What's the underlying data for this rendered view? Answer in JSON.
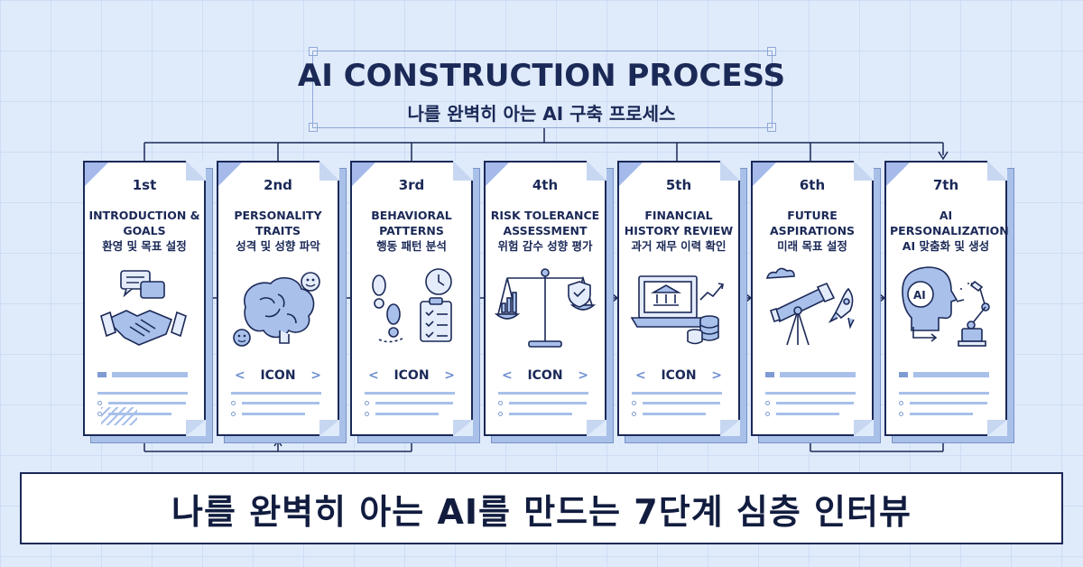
{
  "header": {
    "title": "AI CONSTRUCTION PROCESS",
    "subtitle": "나를 완벽히 아는 AI 구축 프로세스"
  },
  "steps": [
    {
      "number": "1st",
      "title": "INTRODUCTION & GOALS",
      "title_ko": "환영 및 목표 설정",
      "icon": "handshake-chat-icon",
      "label": ""
    },
    {
      "number": "2nd",
      "title": "PERSONALITY TRAITS",
      "title_ko": "성격 및 성향 파악",
      "icon": "brain-smiley-icon",
      "label": "ICON"
    },
    {
      "number": "3rd",
      "title": "BEHAVIORAL PATTERNS",
      "title_ko": "행동 패턴 분석",
      "icon": "footprints-clock-icon",
      "label": "ICON"
    },
    {
      "number": "4th",
      "title": "RISK TOLERANCE ASSESSMENT",
      "title_ko": "위험 감수 성향 평가",
      "icon": "balance-scale-shield-icon",
      "label": "ICON"
    },
    {
      "number": "5th",
      "title": "FINANCIAL HISTORY REVIEW",
      "title_ko": "과거 재무 이력 확인",
      "icon": "laptop-bank-coins-icon",
      "label": "ICON"
    },
    {
      "number": "6th",
      "title": "FUTURE ASPIRATIONS",
      "title_ko": "미래 목표 설정",
      "icon": "telescope-rocket-icon",
      "label": ""
    },
    {
      "number": "7th",
      "title": "AI PERSONALIZATION",
      "title_ko": "AI 맞춤화 및 생성",
      "icon": "ai-head-robot-arm-icon",
      "label": ""
    }
  ],
  "banner": {
    "text": "나를 완벽히 아는 AI를 만드는 7단계 심층 인터뷰"
  },
  "colors": {
    "background": "#dfeafb",
    "ink": "#1b2957",
    "accent": "#6f8fcf",
    "accent_light": "#a8c0ea"
  }
}
